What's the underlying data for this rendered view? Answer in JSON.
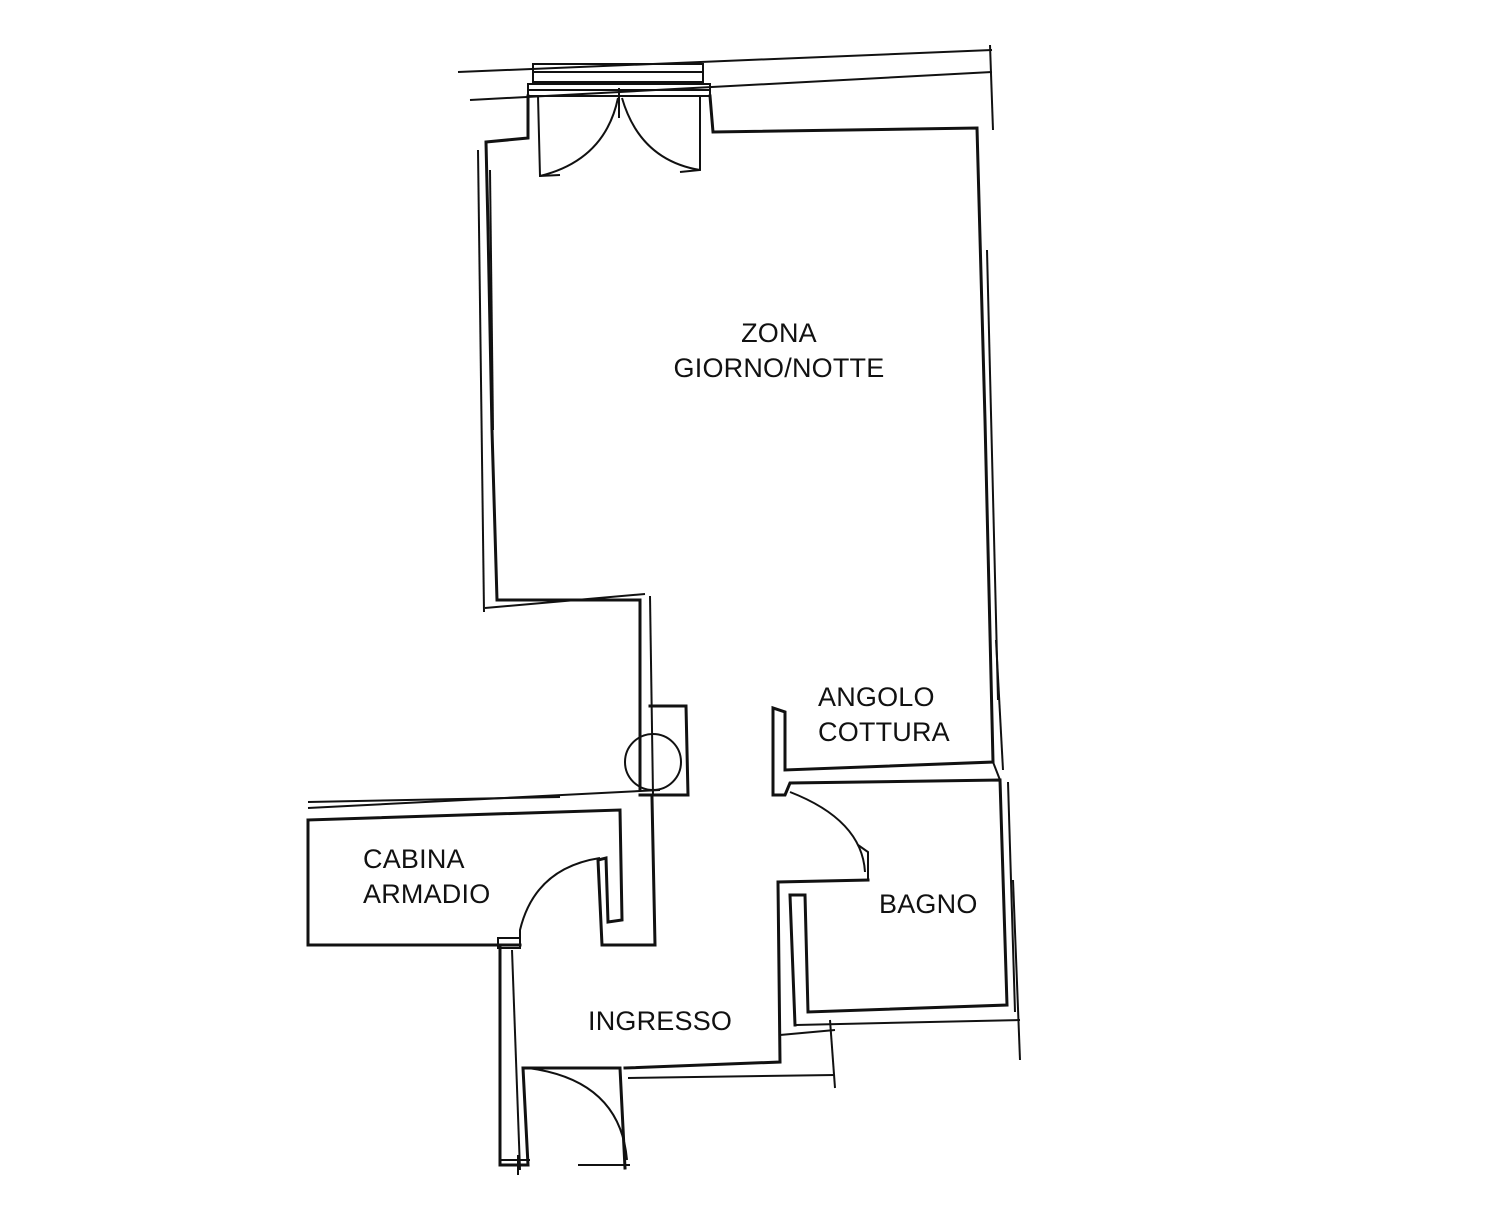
{
  "colors": {
    "background": "#ffffff",
    "lines": "#111111"
  },
  "rooms": {
    "zona_giorno_notte": {
      "line1": "ZONA",
      "line2": "GIORNO/NOTTE"
    },
    "angolo_cottura": {
      "line1": "ANGOLO",
      "line2": "COTTURA"
    },
    "cabina_armadio": {
      "line1": "CABINA",
      "line2": "ARMADIO"
    },
    "bagno": {
      "label": "BAGNO"
    },
    "ingresso": {
      "label": "INGRESSO"
    }
  }
}
